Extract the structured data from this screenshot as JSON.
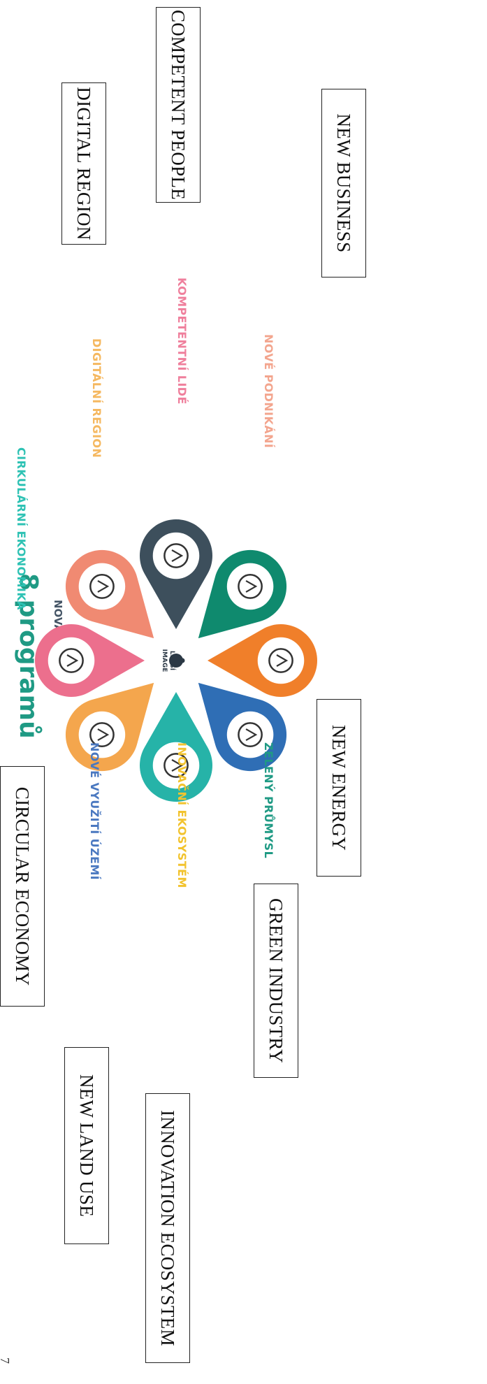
{
  "heading": {
    "title": "8 programů",
    "first_program": "NOVÁ ENERGIE"
  },
  "page_number": "7",
  "center_logo": {
    "line1": "LEPŠÍ",
    "line2": "IMAGE"
  },
  "programs": [
    {
      "cz": "NOVÁ ENERGIE",
      "en": "NEW ENERGY",
      "color": "#3d4f5c",
      "icon": "energy-leaf-icon"
    },
    {
      "cz": "ZELENÝ PRŮMYSL",
      "en": "GREEN INDUSTRY",
      "color": "#0f8a6e",
      "icon": "green-factory-icon"
    },
    {
      "cz": "INOVAČNÍ EKOSYSTÉM",
      "en": "INNOVATION ECOSYSTEM",
      "color": "#f07f2a",
      "icon": "lightbulb-gear-icon"
    },
    {
      "cz": "NOVÉ VYUŽITÍ ÚZEMÍ",
      "en": "NEW LAND USE",
      "color": "#2f6eb5",
      "icon": "land-factory-icon"
    },
    {
      "cz": "CIRKULÁRNÍ EKONOMIKA",
      "en": "CIRCULAR ECONOMY",
      "color": "#26b3a8",
      "icon": "recycle-brain-icon"
    },
    {
      "cz": "DIGITÁLNÍ REGION",
      "en": "DIGITAL REGION",
      "color": "#f4a64d",
      "icon": "digital-network-icon"
    },
    {
      "cz": "KOMPETENTNÍ LIDÉ",
      "en": "COMPETENT PEOPLE",
      "color": "#ec6f8d",
      "icon": "people-presentation-icon"
    },
    {
      "cz": "NOVÉ PODNIKÁNÍ",
      "en": "NEW BUSINESS",
      "color": "#f08a72",
      "icon": "handshake-icon"
    }
  ],
  "label_colors": {
    "nova_energie": "#455566",
    "zeleny_prumysl": "#1f9a84",
    "inovacni_ekosystem": "#f2c32e",
    "nove_vyuziti_uzemi": "#4a78c0",
    "cirkularni_ekonomika": "#2ec2b4",
    "digitalni_region": "#f5b860",
    "kompetentni_lide": "#ef7f9c",
    "nove_podnikani": "#f3a58e"
  }
}
